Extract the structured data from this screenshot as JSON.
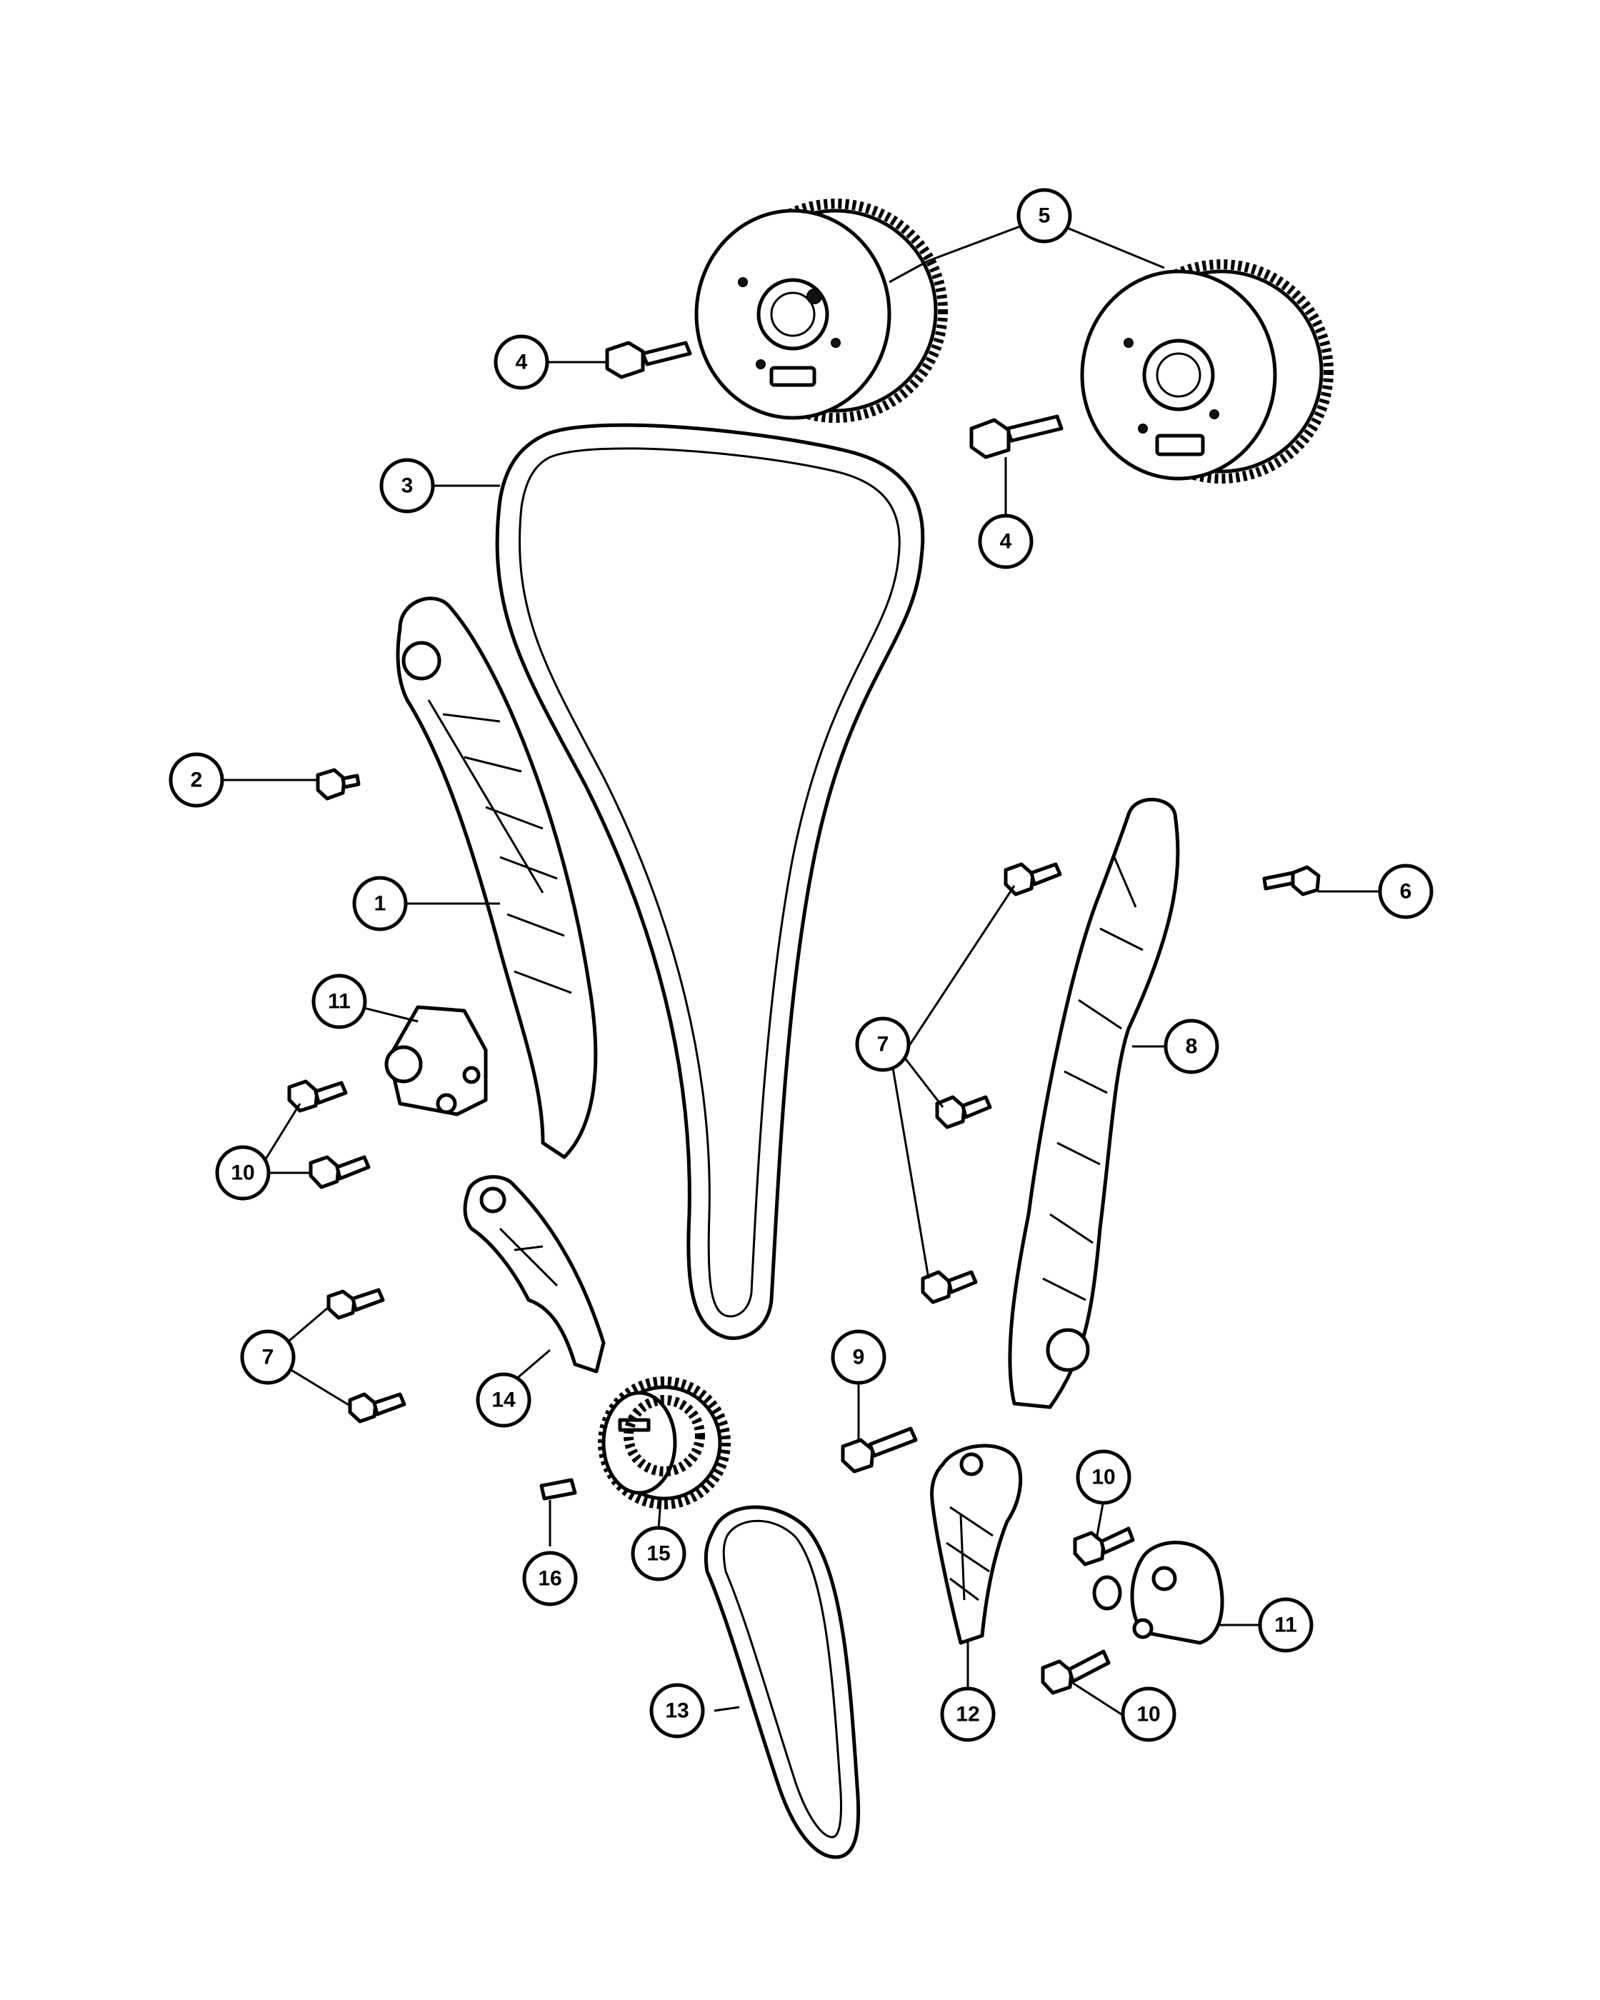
{
  "callouts": [
    {
      "id": "1",
      "label": "1"
    },
    {
      "id": "2",
      "label": "2"
    },
    {
      "id": "3",
      "label": "3"
    },
    {
      "id": "4a",
      "label": "4"
    },
    {
      "id": "4b",
      "label": "4"
    },
    {
      "id": "5",
      "label": "5"
    },
    {
      "id": "6",
      "label": "6"
    },
    {
      "id": "7a",
      "label": "7"
    },
    {
      "id": "7b",
      "label": "7"
    },
    {
      "id": "8",
      "label": "8"
    },
    {
      "id": "9",
      "label": "9"
    },
    {
      "id": "10a",
      "label": "10"
    },
    {
      "id": "10b",
      "label": "10"
    },
    {
      "id": "10c",
      "label": "10"
    },
    {
      "id": "11a",
      "label": "11"
    },
    {
      "id": "11b",
      "label": "11"
    },
    {
      "id": "12",
      "label": "12"
    },
    {
      "id": "13",
      "label": "13"
    },
    {
      "id": "14",
      "label": "14"
    },
    {
      "id": "15",
      "label": "15"
    },
    {
      "id": "16",
      "label": "16"
    }
  ]
}
